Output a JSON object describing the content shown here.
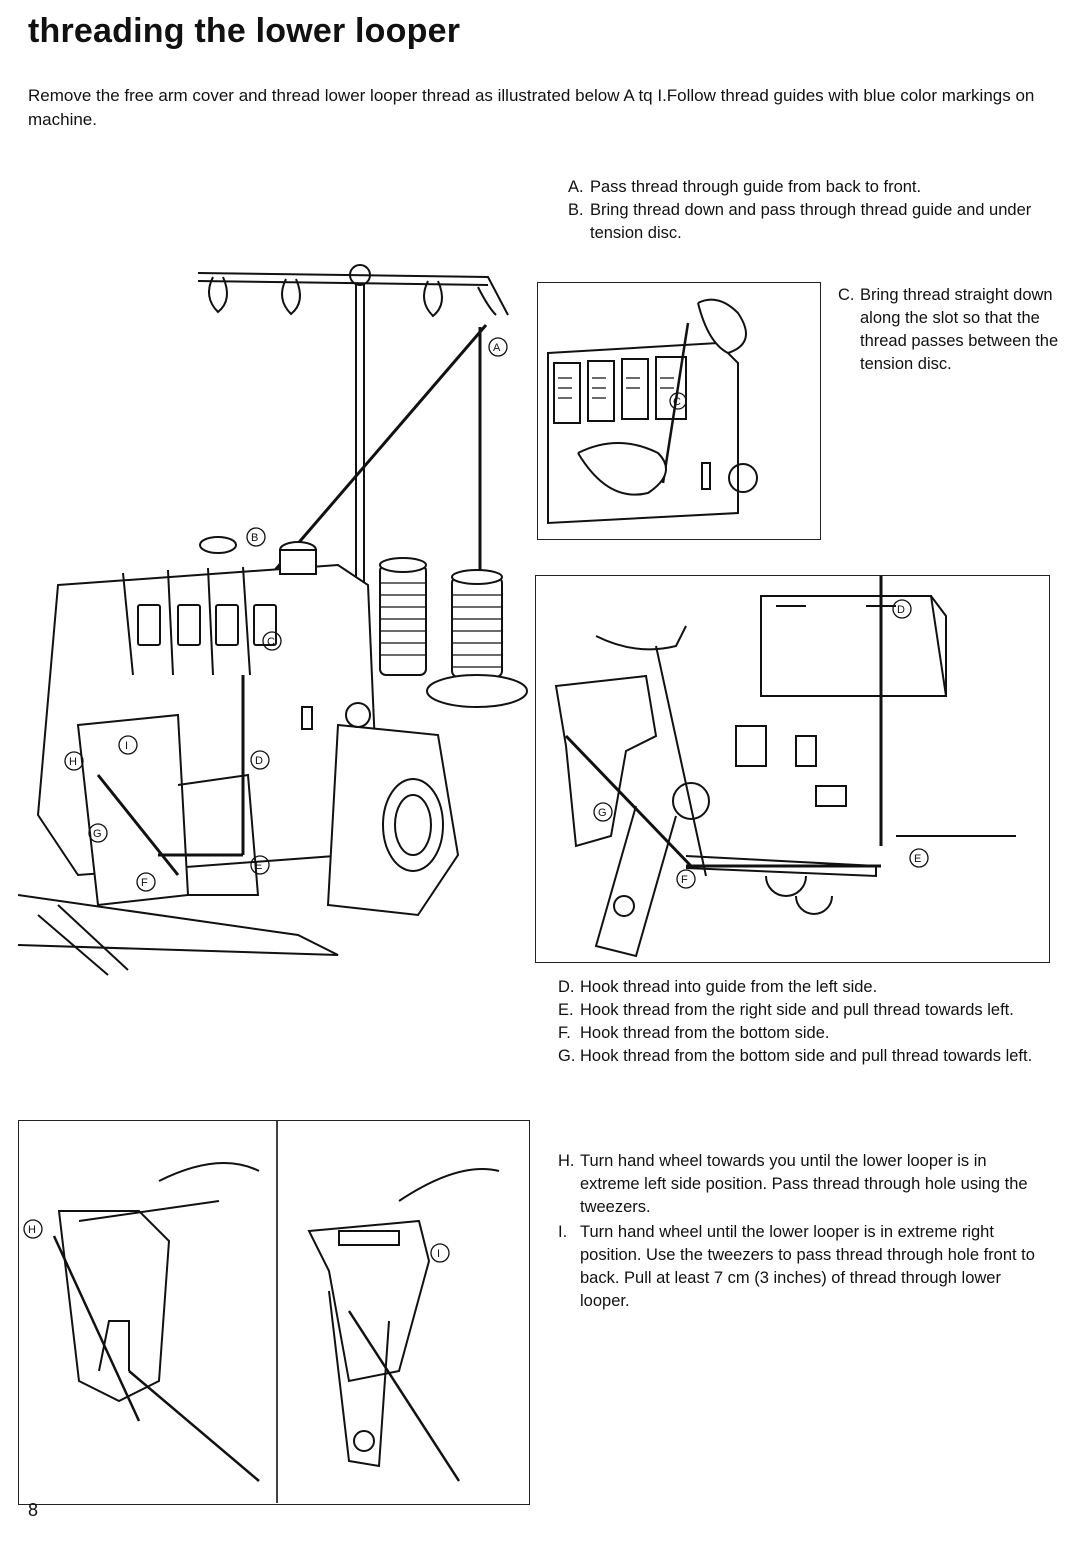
{
  "page": {
    "title": "threading the lower looper",
    "intro": "Remove the free arm cover and thread lower looper thread as illustrated below A tq I.Follow thread guides with blue color markings on machine.",
    "page_number": "8"
  },
  "steps_top": [
    {
      "key": "A.",
      "text": "Pass thread through guide from back to front."
    },
    {
      "key": "B.",
      "text": "Bring thread down and pass through thread guide and under tension disc."
    }
  ],
  "step_c": {
    "key": "C.",
    "text": "Bring thread straight down along the slot so that the thread passes between the tension disc."
  },
  "steps_middle": [
    {
      "key": "D.",
      "text": "Hook thread into guide from the left side."
    },
    {
      "key": "E.",
      "text": "Hook thread from the right side and pull thread towards left."
    },
    {
      "key": "F.",
      "text": "Hook thread from the bottom side."
    },
    {
      "key": "G.",
      "text": "Hook thread from the bottom side and pull thread towards left."
    }
  ],
  "steps_bottom": [
    {
      "key": "H.",
      "text": "Turn hand wheel towards you until the lower looper is in extreme left side position. Pass thread through hole using the tweezers."
    },
    {
      "key": "I.",
      "text": "Turn hand wheel until the lower looper is in extreme right position. Use the tweezers to pass thread through hole front to back. Pull at least 7 cm (3 inches) of thread through lower looper."
    }
  ],
  "callouts": {
    "a": "A",
    "b": "B",
    "c": "C",
    "d": "D",
    "e": "E",
    "f": "F",
    "g": "G",
    "h": "H",
    "i": "I"
  }
}
